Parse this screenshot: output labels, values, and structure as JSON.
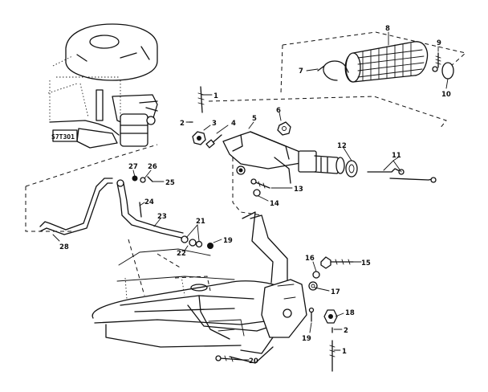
{
  "diagram": {
    "callouts": {
      "c1a": "1",
      "c2a": "2",
      "c3": "3",
      "c4": "4",
      "c5": "5",
      "c6": "6",
      "c7": "7",
      "c8": "8",
      "c9": "9",
      "c10": "10",
      "c11": "11",
      "c12": "12",
      "c13": "13",
      "c14": "14",
      "c15": "15",
      "c16": "16",
      "c17": "17",
      "c18": "18",
      "c19a": "19",
      "c19b": "19",
      "c20": "20",
      "c21": "21",
      "c22": "22",
      "c23": "23",
      "c24": "24",
      "c25": "25",
      "c26": "26",
      "c27": "27",
      "c28": "28",
      "c2b": "2",
      "c1b": "1"
    },
    "engine_plate_text": "S7T3O1"
  }
}
